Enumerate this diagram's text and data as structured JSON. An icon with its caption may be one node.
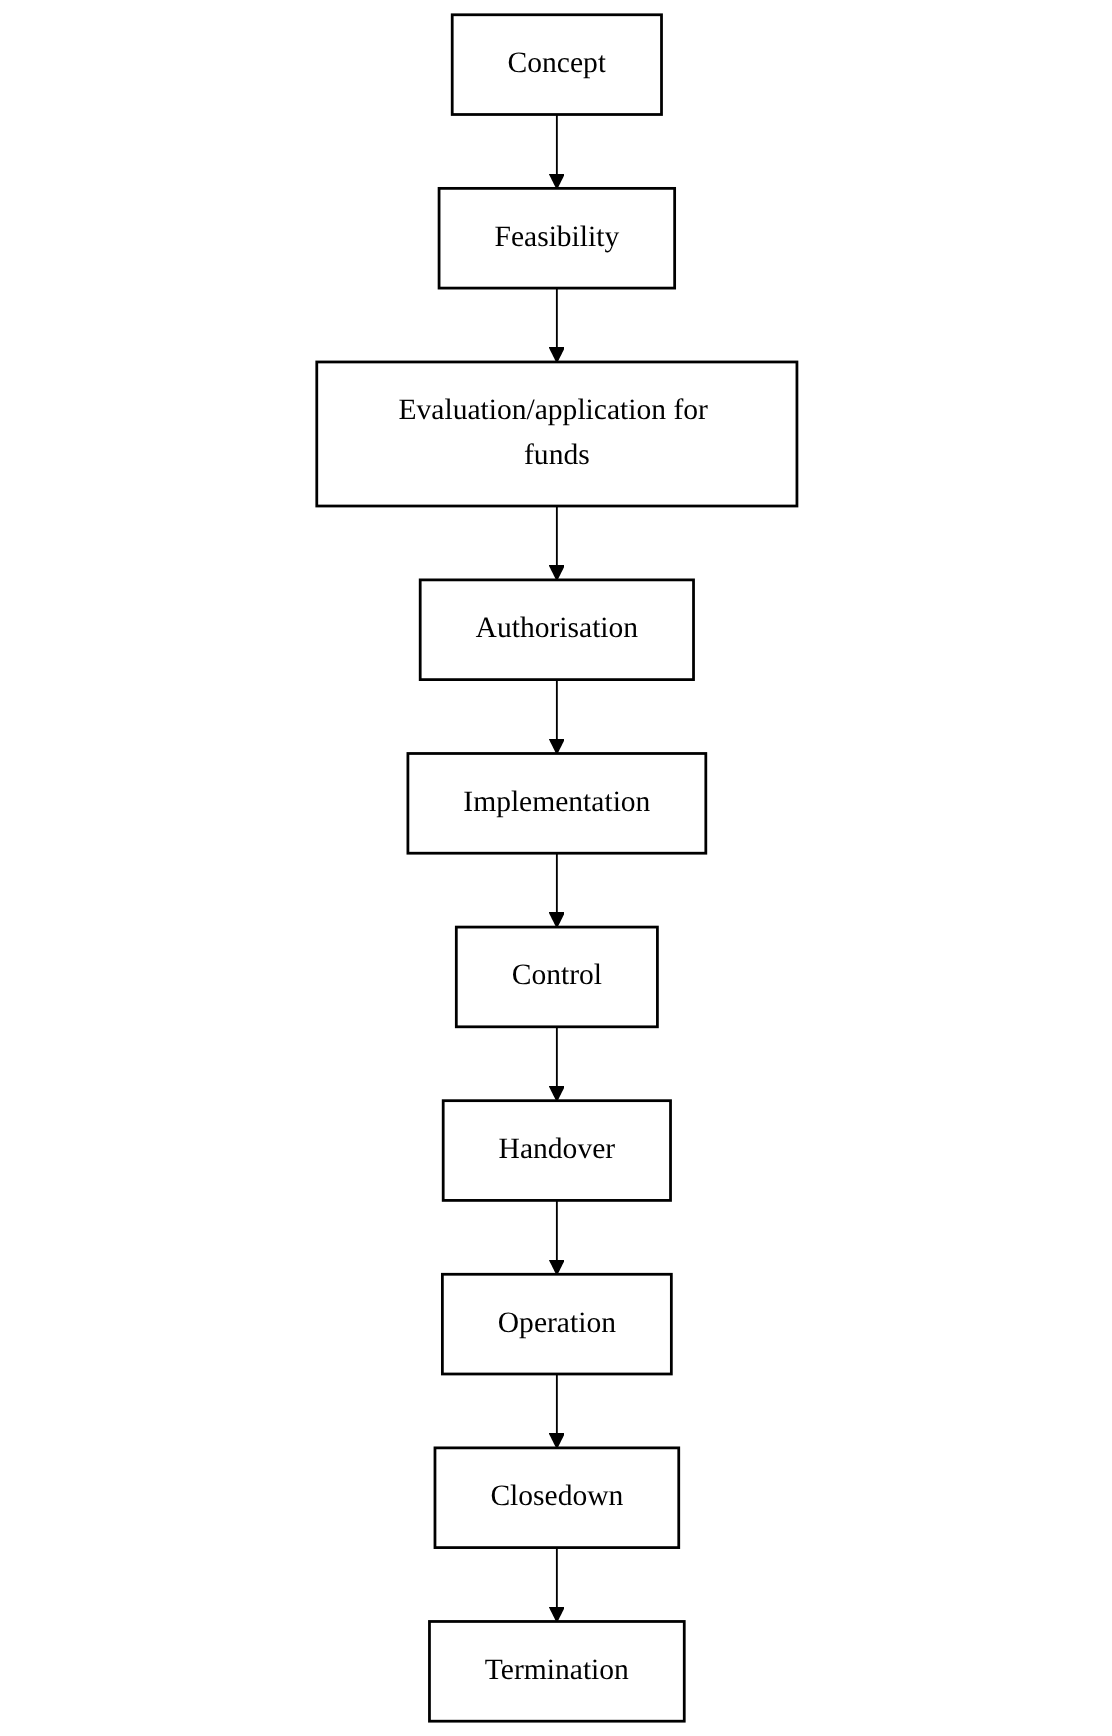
{
  "diagram": {
    "nodes": [
      {
        "text": [
          "Concept"
        ]
      },
      {
        "text": [
          "Feasibility"
        ]
      },
      {
        "text": [
          "Evaluation/application for funds"
        ]
      },
      {
        "text": [
          "Authorisation"
        ]
      },
      {
        "text": [
          "Implementation"
        ]
      },
      {
        "text": [
          "Control"
        ]
      },
      {
        "text": [
          "Handover"
        ]
      },
      {
        "text": [
          "Operation"
        ]
      },
      {
        "text": [
          "Closedown"
        ]
      },
      {
        "text": [
          "Termination"
        ]
      }
    ],
    "edges": [
      {
        "from": 0,
        "to": 1,
        "arrow": "to"
      },
      {
        "from": 1,
        "to": 2,
        "arrow": "to"
      },
      {
        "from": 2,
        "to": 3,
        "arrow": "to"
      },
      {
        "from": 3,
        "to": 4,
        "arrow": "to"
      },
      {
        "from": 4,
        "to": 5,
        "arrow": "to"
      },
      {
        "from": 5,
        "to": 6,
        "arrow": "to"
      },
      {
        "from": 6,
        "to": 7,
        "arrow": "to"
      },
      {
        "from": 7,
        "to": 8,
        "arrow": "to"
      },
      {
        "from": 8,
        "to": 9,
        "arrow": "to"
      }
    ]
  }
}
